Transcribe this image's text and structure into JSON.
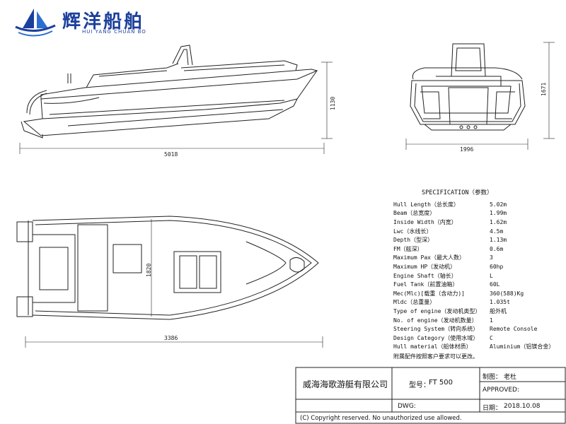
{
  "logo": {
    "name_cn": "辉洋船舶",
    "name_en": "HUI YANG CHUAN BO"
  },
  "dimensions": {
    "side_length": "5018",
    "side_height": "1130",
    "front_width": "1996",
    "front_height": "1671",
    "top_length": "3386",
    "top_width": "1820"
  },
  "spec": {
    "title": "SPECIFICATION（参数）",
    "rows": [
      {
        "label": "Hull Length（总长度）",
        "value": "5.02m"
      },
      {
        "label": "Beam（总宽度）",
        "value": "1.99m"
      },
      {
        "label": "Inside Width（内宽）",
        "value": "1.62m"
      },
      {
        "label": "Lwc（水线长）",
        "value": "4.5m"
      },
      {
        "label": "Depth（型深）",
        "value": "1.13m"
      },
      {
        "label": "FM（舷深）",
        "value": "0.6m"
      },
      {
        "label": "Maximum Pax（最大人数）",
        "value": "3"
      },
      {
        "label": "Maximum HP（发动机）",
        "value": "60hp"
      },
      {
        "label": "Engine Shaft（轴长）",
        "value": "L"
      },
      {
        "label": "Fuel Tank（前置油箱）",
        "value": "60L"
      },
      {
        "label": "Mec(Mlc)[载重（含动力)]",
        "value": "360(588)Kg"
      },
      {
        "label": "Mldc（总重量）",
        "value": "1.035t"
      },
      {
        "label": "Type of engine（发动机类型）",
        "value": "船外机"
      },
      {
        "label": "No. of engine（发动机数量）",
        "value": "1"
      },
      {
        "label": "Steering System（转向系统）",
        "value": "Remote Console"
      },
      {
        "label": "Design Category（使用水域）",
        "value": "C"
      },
      {
        "label": "Hull material（船体材质）",
        "value": "Aluminium（铝镁合金）"
      }
    ],
    "note": "附属配件按照客户要求可以更改。"
  },
  "titleblock": {
    "company": "威海海歌游艇有限公司",
    "model_label": "型号：",
    "model_value": "FT 500",
    "maker_label": "制图：",
    "maker_value": "老杜",
    "approved": "APPROVED:",
    "dwg": "DWG:",
    "date_label": "日期：",
    "date_value": "2018.10.08",
    "copyright": "(C) Copyright reserved. No unauthorized use allowed."
  }
}
